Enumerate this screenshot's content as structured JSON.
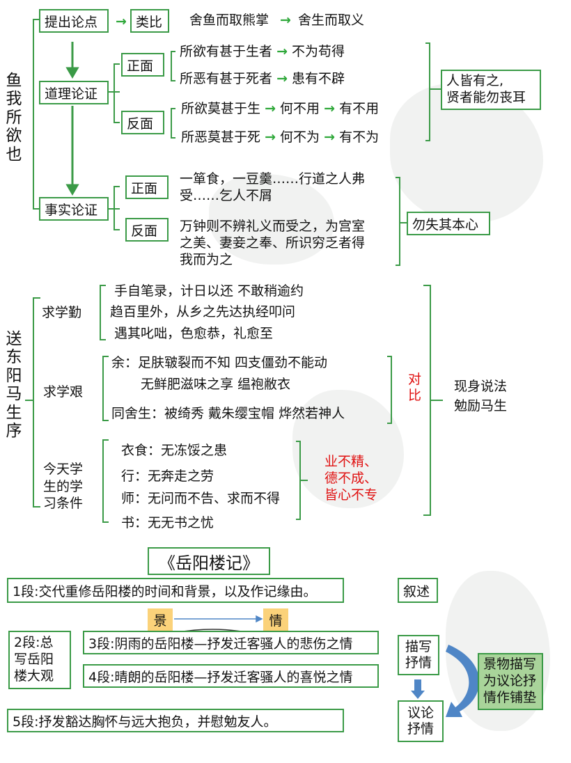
{
  "s1": {
    "title": "鱼我所欲也",
    "tichu": "提出论点",
    "leibi": "类比",
    "analogy1": "舍鱼而取熊掌",
    "analogy2": "舍生而取义",
    "daoli": "道理论证",
    "zheng1": "正面",
    "fan1": "反面",
    "z1a": "所欲有甚于生者",
    "z1a2": "不为苟得",
    "z1b": "所恶有甚于死者",
    "z1b2": "患有不辟",
    "f1a": "所欲莫甚于生",
    "f1a2": "何不用",
    "f1a3": "有不用",
    "f1b": "所恶莫甚于死",
    "f1b2": "何不为",
    "f1b3": "有不为",
    "concl1_l1": "人皆有之,",
    "concl1_l2": "贤者能勿丧耳",
    "shishi": "事实论证",
    "zheng2": "正面",
    "fan2": "反面",
    "z2_l1": "一箪食，一豆羹……行道之人弗",
    "z2_l2": "受……乞人不屑",
    "f2_l1": "万钟则不辨礼义而受之，为宫室",
    "f2_l2": "之美、妻妾之奉、所识穷乏者得",
    "f2_l3": "我而为之",
    "concl2": "勿失其本心",
    "arrow": "→"
  },
  "s2": {
    "title": "送东阳马生序",
    "qin": "求学勤",
    "q1": "手自笔录，计日以还    不敢稍逾约",
    "q2": "趋百里外，从乡之先达执经叩问",
    "q3": "遇其叱咄，色愈恭，礼愈至",
    "jian": "求学艰",
    "j1": "余：足肤皲裂而不知   四支僵劲不能动",
    "j2": "无鲜肥滋味之享    缊袍敝衣",
    "j3": "同舍生：被绮秀   戴朱缨宝帽  烨然若神人",
    "duibi": "对比",
    "tiaojian_l1": "今天学",
    "tiaojian_l2": "生的学",
    "tiaojian_l3": "习条件",
    "t1": "衣食：无冻馁之患",
    "t2": "行：无奔走之劳",
    "t3": "师：无问而不告、求而不得",
    "t4": "书：无无书之忧",
    "red_l1": "业不精、",
    "red_l2": "德不成、",
    "red_l3": "皆心不专",
    "concl_l1": "现身说法",
    "concl_l2": "勉励马生"
  },
  "s3": {
    "title": "《岳阳楼记》",
    "p1": "1段:交代重修岳阳楼的时间和背景，以及作记缘由。",
    "xushu": "叙述",
    "jing": "景",
    "qing": "情",
    "p2_l1": "2段:总",
    "p2_l2": "写岳阳",
    "p2_l3": "楼大观",
    "p3": "3段:阴雨的岳阳楼—抒发迁客骚人的悲伤之情",
    "p4": "4段:晴朗的岳阳楼—抒发迁客骚人的喜悦之情",
    "p5": "5段:抒发豁达胸怀与远大抱负，并慰勉友人。",
    "miaoxie_l1": "描写",
    "miaoxie_l2": "抒情",
    "yilun_l1": "议论",
    "yilun_l2": "抒情",
    "pudian_l1": "景物描写",
    "pudian_l2": "为议论抒",
    "pudian_l3": "情作铺垫"
  },
  "colors": {
    "green": "#3a9a46",
    "red": "#e01010",
    "orange": "#fbd27a",
    "lightgreen": "#a9d49a",
    "blue": "#4f86c6"
  }
}
